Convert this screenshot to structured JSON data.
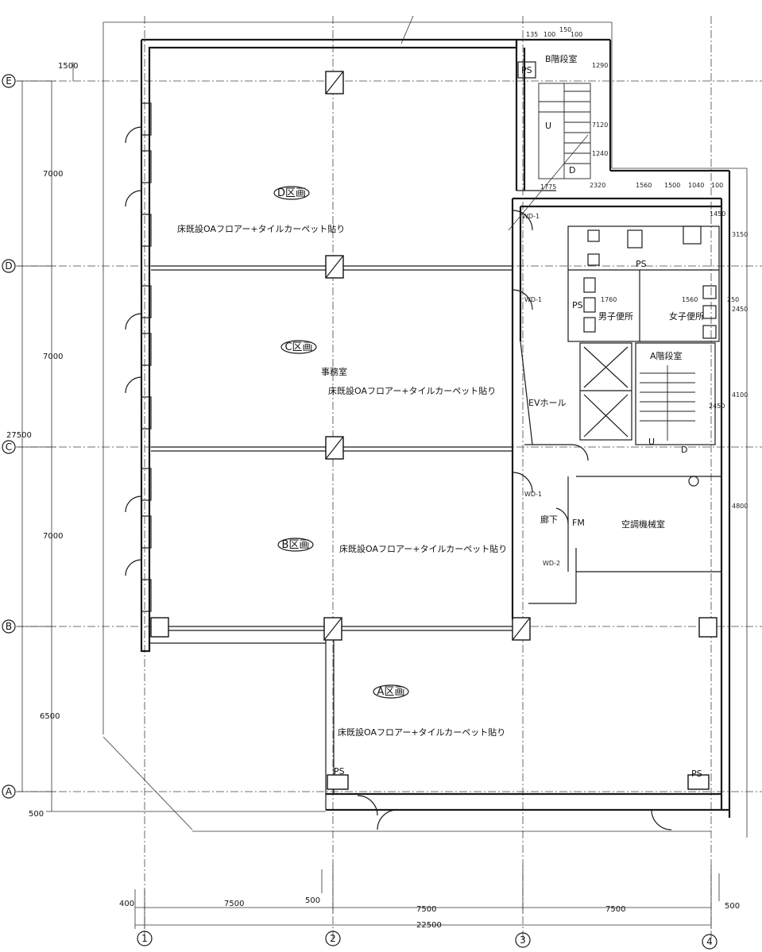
{
  "zones": [
    {
      "label": "D区画",
      "floor": "床既設OAフロアー+タイルカーペット貼り"
    },
    {
      "label": "C区画",
      "floor": "床既設OAフロアー+タイルカーペット貼り",
      "room": "事務室"
    },
    {
      "label": "B区画",
      "floor": "床既設OAフロアー+タイルカーペット貼り"
    },
    {
      "label": "A区画",
      "floor": "床既設OAフロアー+タイルカーペット貼り"
    }
  ],
  "rooms": {
    "stair_b": "B階段室",
    "stair_a": "A階段室",
    "ev_hall": "EVホール",
    "mens_wc": "男子便所",
    "womens_wc": "女子便所",
    "corridor": "廊下",
    "hvac": "空調機械室",
    "ps": "PS",
    "fm": "FM",
    "wd1": "WD-1",
    "wd2": "WD-2",
    "up": "U",
    "down": "D"
  },
  "axes": {
    "rows": [
      "E",
      "D",
      "C",
      "B",
      "A"
    ],
    "cols": [
      "1",
      "2",
      "3",
      "4"
    ]
  },
  "dimensions": {
    "left": [
      "1500",
      "7000",
      "7000",
      "27500",
      "7000",
      "6500",
      "500"
    ],
    "bottom": [
      "400",
      "7500",
      "500",
      "7500",
      "7500",
      "500",
      "22500"
    ],
    "core": [
      "135",
      "100",
      "150",
      "100",
      "1290",
      "7120",
      "1240",
      "1775",
      "2320",
      "1560",
      "1500",
      "1040",
      "100",
      "3150",
      "2450",
      "4100",
      "1760",
      "1560",
      "2450",
      "250",
      "4800",
      "1450"
    ]
  }
}
